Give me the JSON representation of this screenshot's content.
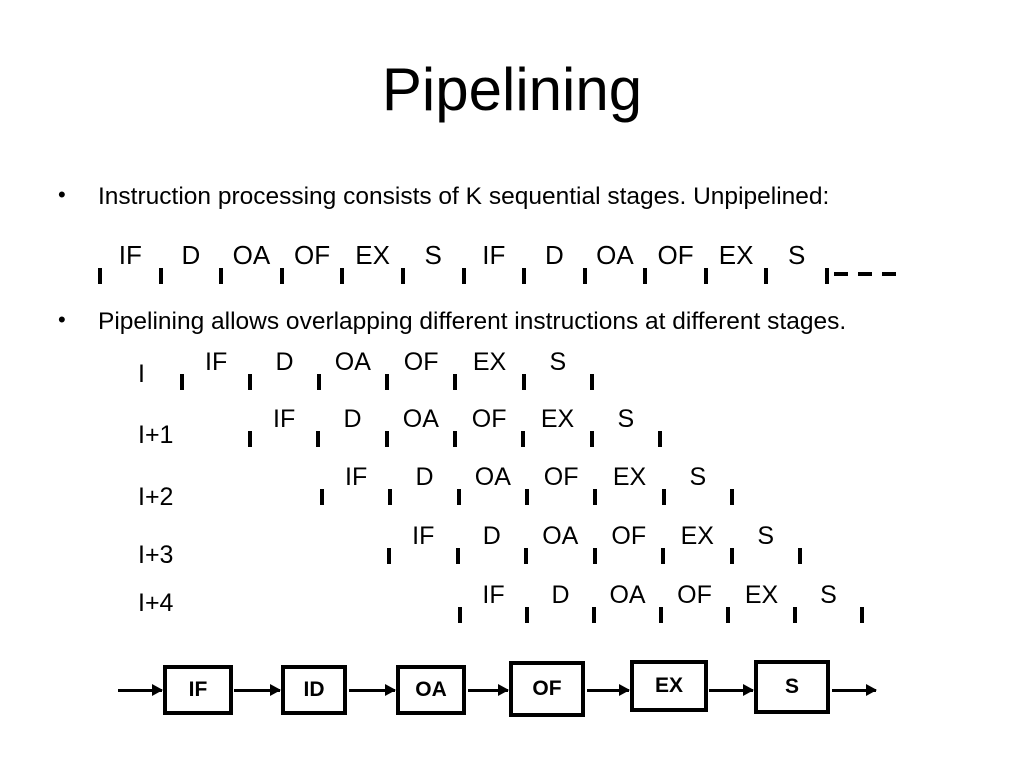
{
  "slide": {
    "title": "Pipelining",
    "background": "#ffffff",
    "ink": "#000000"
  },
  "bullets": [
    {
      "marker": "•",
      "text": "Instruction processing consists of K sequential stages. Unpipelined:"
    },
    {
      "marker": "•",
      "text": "Pipelining allows overlapping different instructions at different stages."
    }
  ],
  "unpipelined_timeline": {
    "caption": "Unpipelined:",
    "stages": [
      "IF",
      "D",
      "OA",
      "OF",
      "EX",
      "S",
      "IF",
      "D",
      "OA",
      "OF",
      "EX",
      "S"
    ],
    "tick_count": 13,
    "continuation": "- - -",
    "dash_count": 3
  },
  "pipelined_rows": [
    {
      "label": "I",
      "stages": [
        "IF",
        "D",
        "OA",
        "OF",
        "EX",
        "S"
      ]
    },
    {
      "label": "I+1",
      "stages": [
        "IF",
        "D",
        "OA",
        "OF",
        "EX",
        "S"
      ]
    },
    {
      "label": "I+2",
      "stages": [
        "IF",
        "D",
        "OA",
        "OF",
        "EX",
        "S"
      ]
    },
    {
      "label": "I+3",
      "stages": [
        "IF",
        "D",
        "OA",
        "OF",
        "EX",
        "S"
      ]
    },
    {
      "label": "I+4",
      "stages": [
        "IF",
        "D",
        "OA",
        "OF",
        "EX",
        "S"
      ]
    }
  ],
  "block_diagram": {
    "stages": [
      "IF",
      "ID",
      "OA",
      "OF",
      "EX",
      "S"
    ],
    "arrow_count": 7
  }
}
